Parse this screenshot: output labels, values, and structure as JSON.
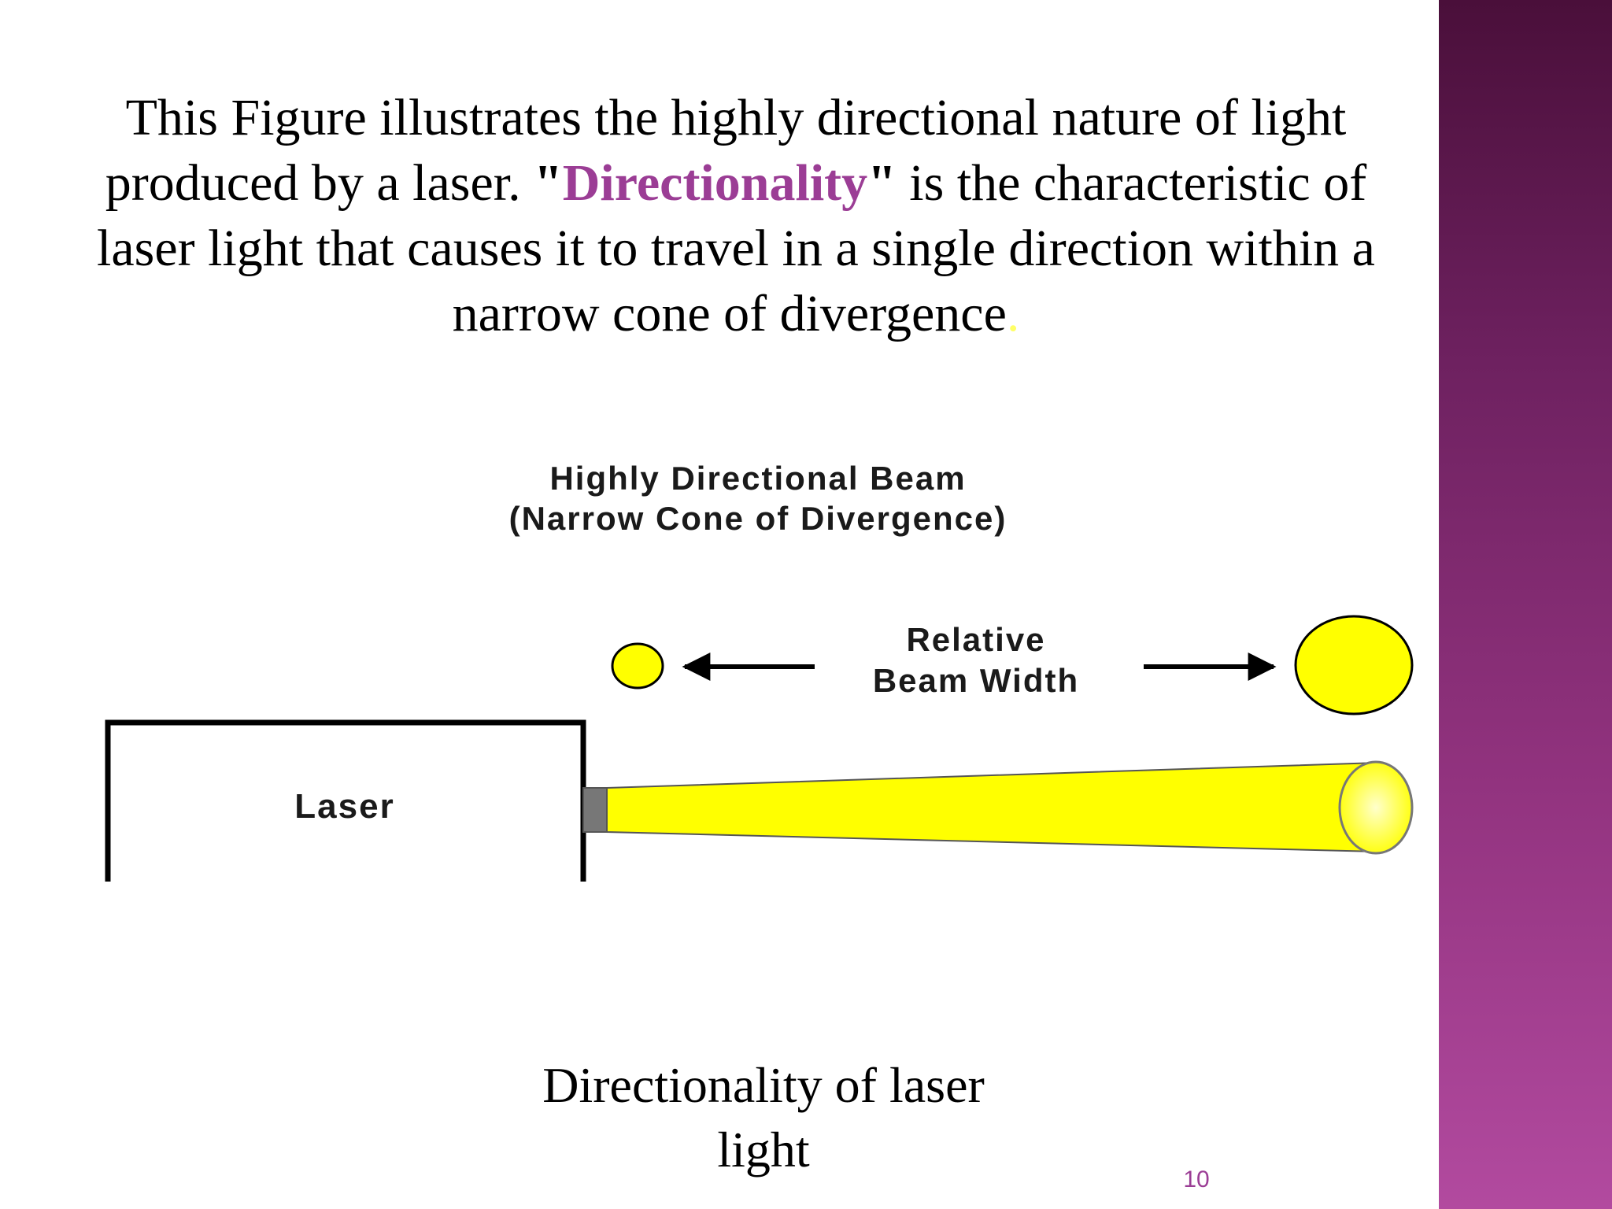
{
  "intro": {
    "text_before": "This Figure illustrates the highly directional nature of light produced by a laser. ",
    "quote_open": "\"",
    "term": "Directionality",
    "quote_close": "\"",
    "text_after": " is the characteristic of laser light that causes it to travel in a single direction within a narrow cone of divergence",
    "period": "."
  },
  "diagram": {
    "beam_title_line1": "Highly Directional Beam",
    "beam_title_line2": "(Narrow Cone of Divergence)",
    "width_label_line1": "Relative",
    "width_label_line2": "Beam Width",
    "laser_label": "Laser",
    "beam_color": "#ffff00",
    "outline_color": "#000000"
  },
  "caption": {
    "line1": "Directionality of laser",
    "line2": "light"
  },
  "page_number": "10",
  "colors": {
    "accent": "#9b3d95",
    "sidebar_top": "#4a0f3a",
    "sidebar_bottom": "#b24a9f"
  }
}
